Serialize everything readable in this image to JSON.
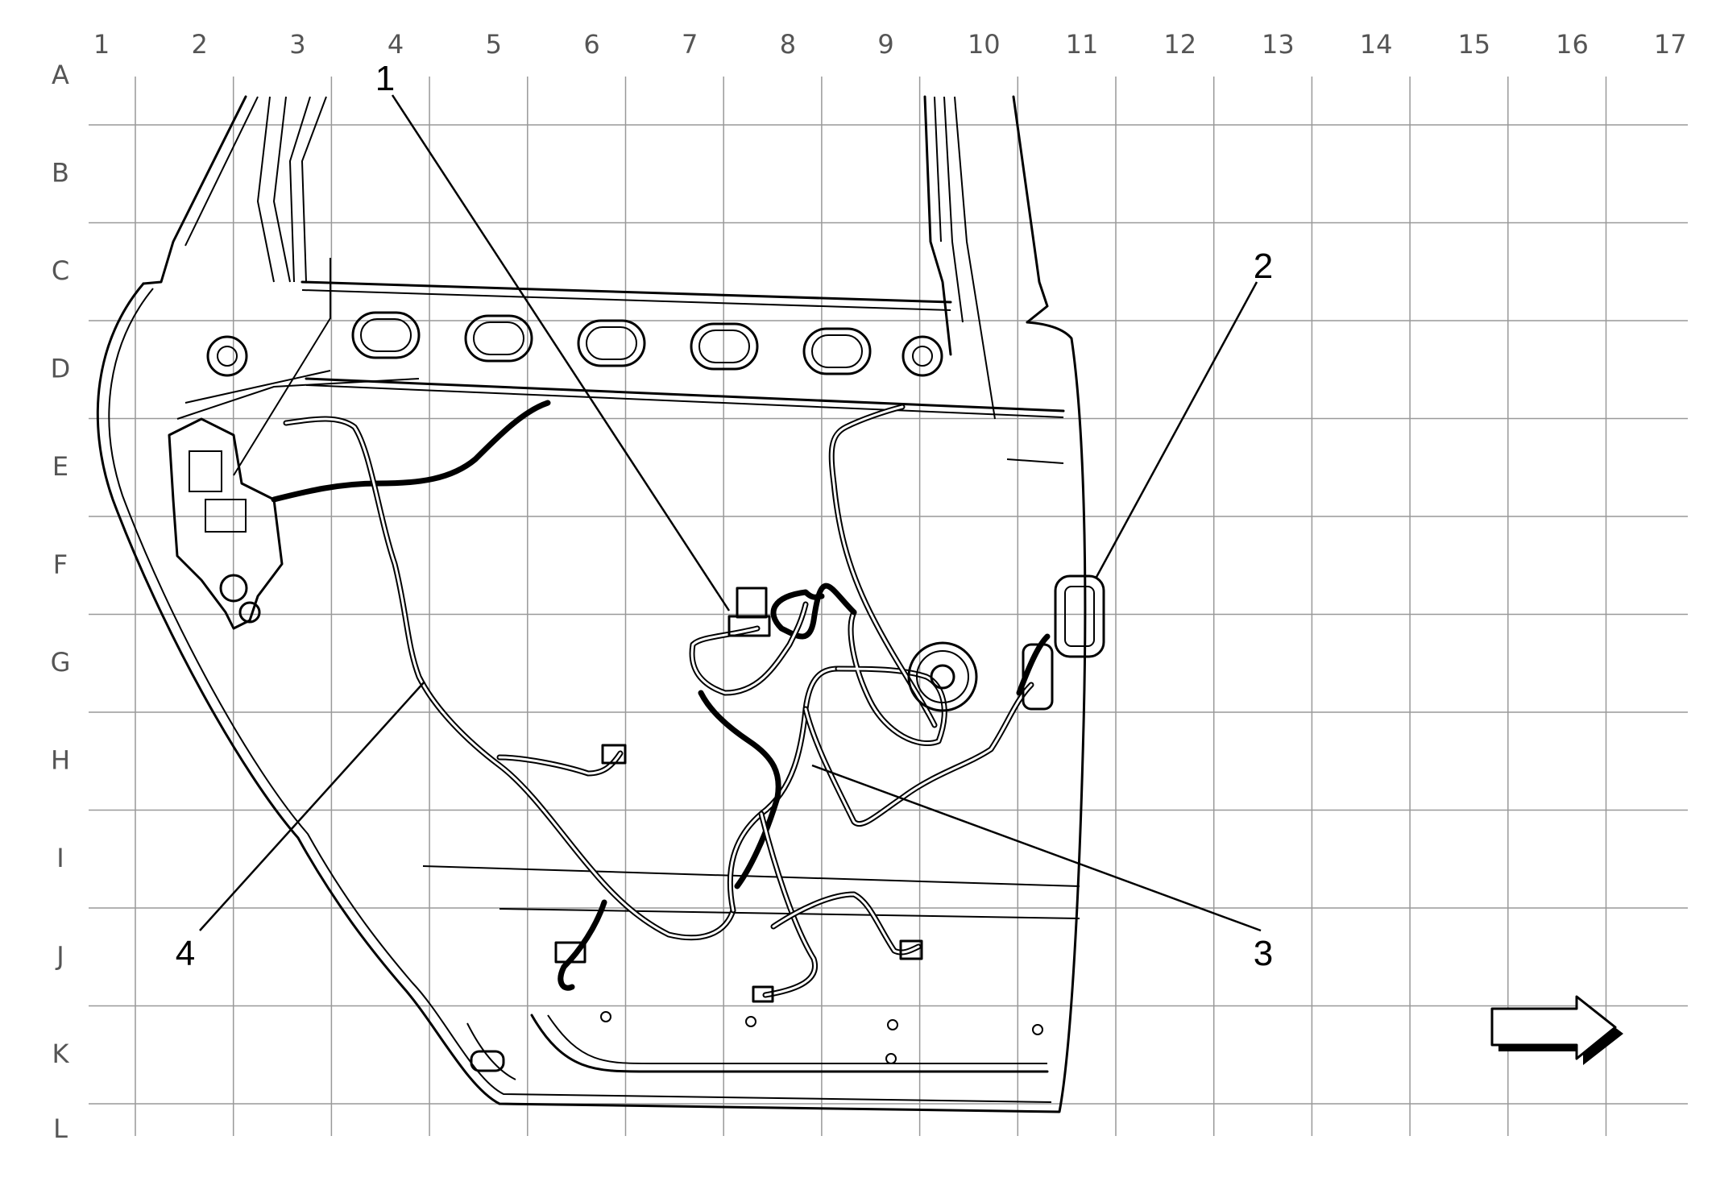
{
  "grid": {
    "columns": [
      "1",
      "2",
      "3",
      "4",
      "5",
      "6",
      "7",
      "8",
      "9",
      "10",
      "11",
      "12",
      "13",
      "14",
      "15",
      "16",
      "17"
    ],
    "rows": [
      "A",
      "B",
      "C",
      "D",
      "E",
      "F",
      "G",
      "H",
      "I",
      "J",
      "K",
      "L"
    ]
  },
  "callouts": [
    {
      "id": "callout-1",
      "label": "1"
    },
    {
      "id": "callout-2",
      "label": "2"
    },
    {
      "id": "callout-3",
      "label": "3"
    },
    {
      "id": "callout-4",
      "label": "4"
    }
  ],
  "icons": {
    "direction": "arrow-right-icon"
  }
}
